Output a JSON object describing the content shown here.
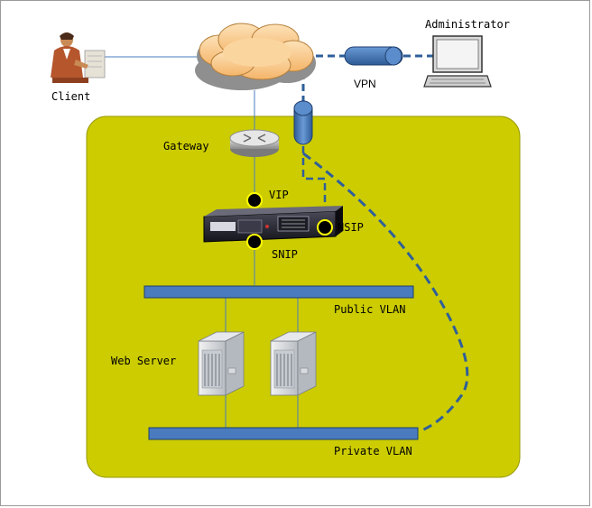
{
  "labels": {
    "client": "Client",
    "administrator": "Administrator",
    "vpn": "VPN",
    "gateway": "Gateway",
    "vip": "VIP",
    "nsip": "NSIP",
    "snip": "SNIP",
    "public_vlan": "Public VLAN",
    "web_server": "Web Server",
    "private_vlan": "Private VLAN"
  },
  "colors": {
    "zone_fill": "#cccc00",
    "vlan_bar": "#4a7bbf",
    "tunnel": "#2f5f9a",
    "dashed_link": "#2f5f9a",
    "cloud": "#f7c98a",
    "ip_dot": "#000000",
    "ip_dot_ring": "#ffff00"
  },
  "icons": [
    "person-at-computer-icon",
    "laptop-icon",
    "cloud-icon",
    "router-icon",
    "appliance-icon",
    "server-icon",
    "vpn-tunnel-icon"
  ]
}
